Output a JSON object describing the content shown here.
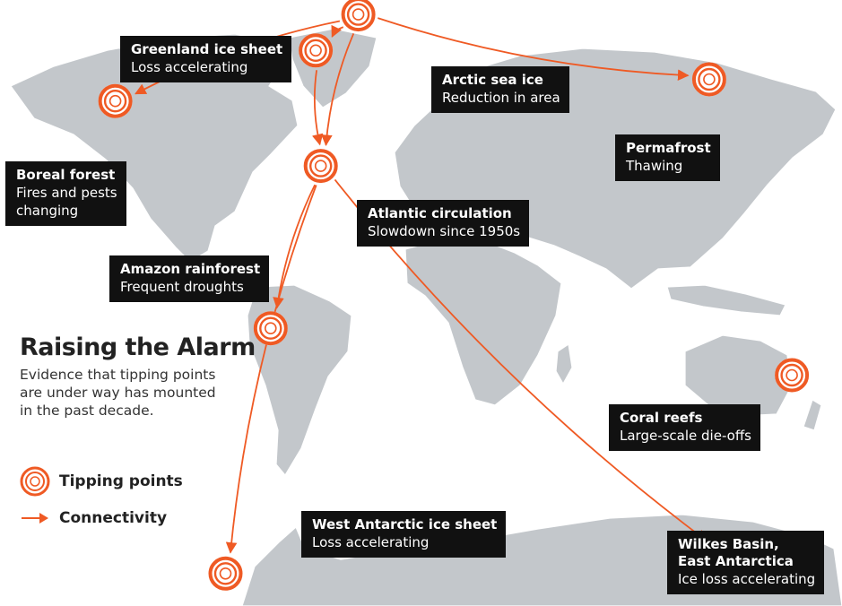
{
  "colors": {
    "land": "#c3c7cb",
    "ocean": "#ffffff",
    "accent": "#ef5a24",
    "label_bg": "#111111",
    "label_text": "#ffffff"
  },
  "legend": {
    "title": "Raising the Alarm",
    "description": "Evidence that tipping points\nare under way has mounted\nin the past decade.",
    "items": [
      {
        "icon": "tipping-point-icon",
        "label": "Tipping points"
      },
      {
        "icon": "connectivity-arrow-icon",
        "label": "Connectivity"
      }
    ]
  },
  "tipping_points": [
    {
      "id": "arctic",
      "title": "Arctic sea ice",
      "subtitle": "Reduction in area",
      "lon": -25,
      "lat": 82
    },
    {
      "id": "greenland",
      "title": "Greenland ice sheet",
      "subtitle": "Loss accelerating",
      "lon": -42,
      "lat": 72
    },
    {
      "id": "permafrost",
      "title": "Permafrost",
      "subtitle": "Thawing",
      "lon": 115,
      "lat": 64
    },
    {
      "id": "boreal",
      "title": "Boreal forest",
      "subtitle": "Fires and pests\nchanging",
      "lon": -122,
      "lat": 58
    },
    {
      "id": "atlantic",
      "title": "Atlantic circulation",
      "subtitle": "Slowdown since 1950s",
      "lon": -40,
      "lat": 40
    },
    {
      "id": "amazon",
      "title": "Amazon rainforest",
      "subtitle": "Frequent droughts",
      "lon": -60,
      "lat": -5
    },
    {
      "id": "coral",
      "title": "Coral reefs",
      "subtitle": "Large-scale die-offs",
      "lon": 148,
      "lat": -18
    },
    {
      "id": "west_antarctic",
      "title": "West Antarctic ice sheet",
      "subtitle": "Loss accelerating",
      "lon": -78,
      "lat": -73
    },
    {
      "id": "wilkes",
      "title": "Wilkes Basin,\nEast Antarctica",
      "subtitle": "Ice loss accelerating",
      "lon": 120,
      "lat": -68
    }
  ],
  "connections": [
    {
      "from": "arctic",
      "to": "greenland"
    },
    {
      "from": "arctic",
      "to": "permafrost"
    },
    {
      "from": "arctic",
      "to": "atlantic"
    },
    {
      "from": "arctic",
      "to": "boreal"
    },
    {
      "from": "greenland",
      "to": "atlantic"
    },
    {
      "from": "atlantic",
      "to": "amazon"
    },
    {
      "from": "atlantic",
      "to": "west_antarctic"
    },
    {
      "from": "atlantic",
      "to": "wilkes"
    }
  ]
}
